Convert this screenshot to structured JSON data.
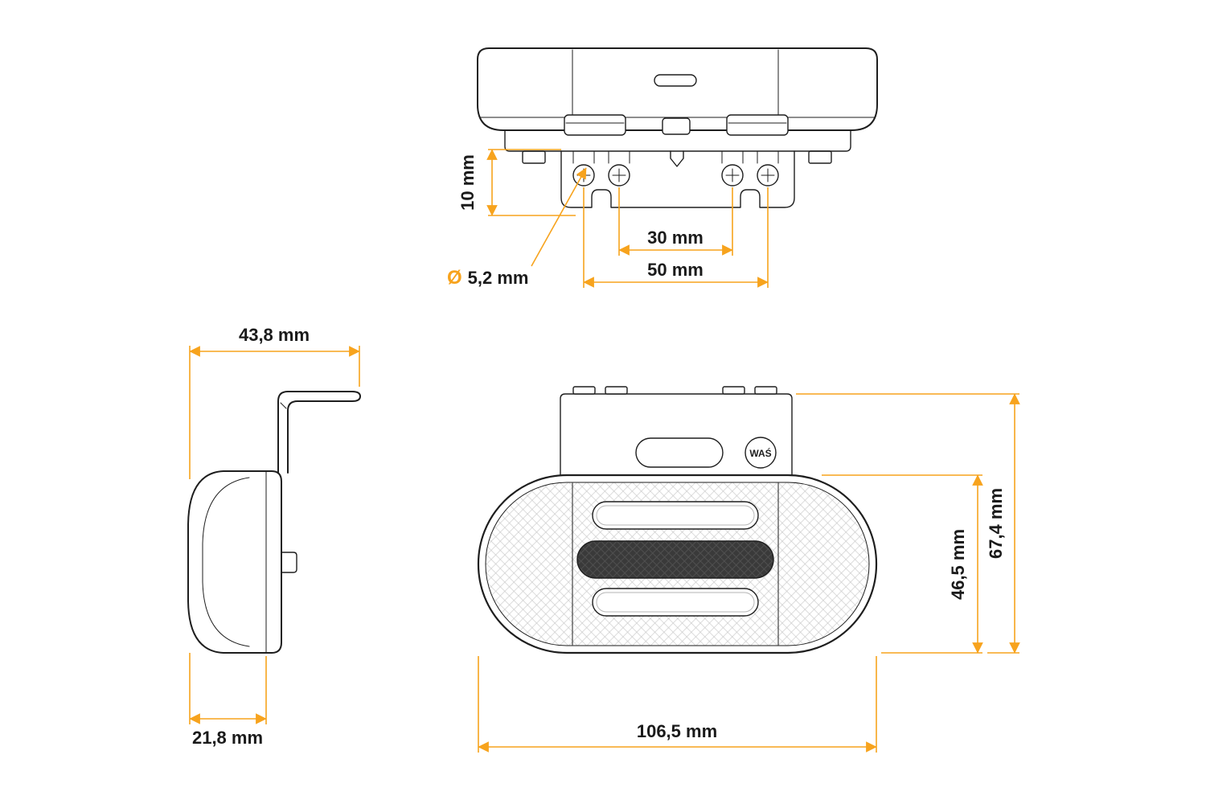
{
  "colors": {
    "dimension": "#F7A31D",
    "line": "#1E1E1E",
    "text": "#1A1A1A"
  },
  "top_view": {
    "hole_offset": "10 mm",
    "diameter_symbol": "Ø",
    "hole_diameter": "5,2 mm",
    "inner_hole_spacing": "30 mm",
    "outer_hole_spacing": "50 mm"
  },
  "side_view": {
    "overall_depth_with_bracket": "43,8 mm",
    "body_depth": "21,8 mm"
  },
  "front_view": {
    "overall_width": "106,5 mm",
    "lens_height": "46,5 mm",
    "overall_height": "67,4 mm",
    "logo": "WAŚ"
  }
}
